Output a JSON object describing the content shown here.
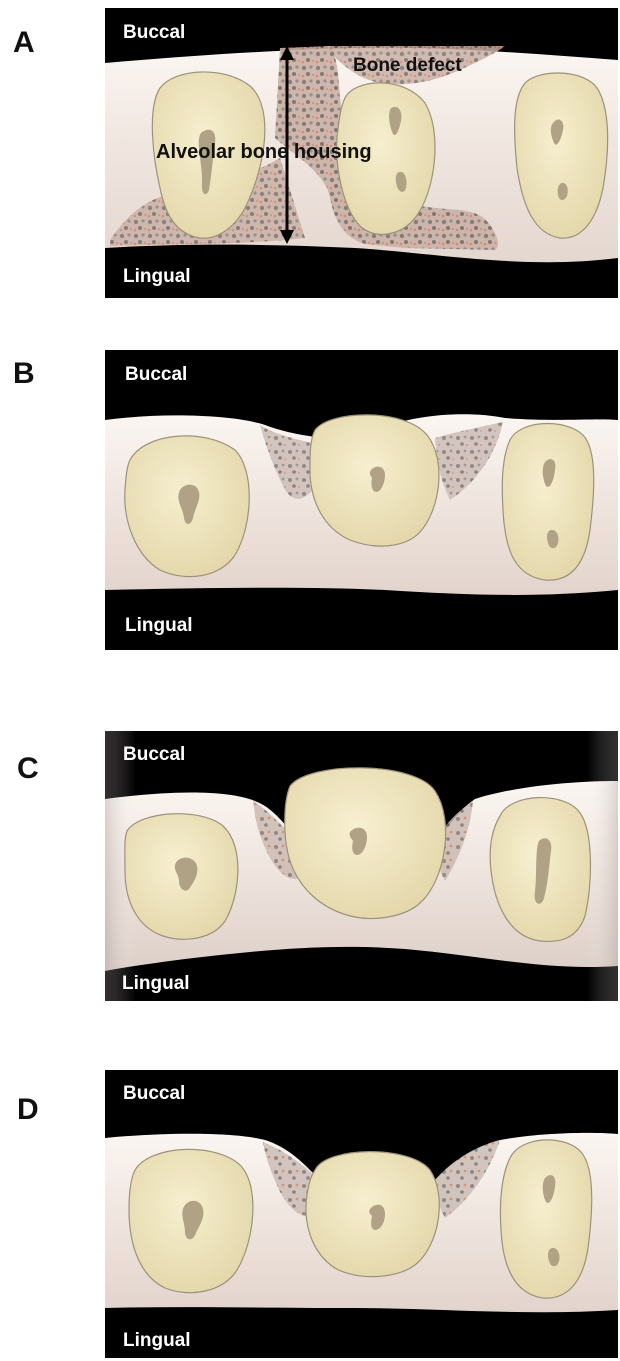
{
  "panels": [
    {
      "letter": "A",
      "buccal": "Buccal",
      "lingual": "Lingual",
      "annotations": {
        "defect": "Bone defect",
        "housing": "Alveolar bone housing"
      }
    },
    {
      "letter": "B",
      "buccal": "Buccal",
      "lingual": "Lingual"
    },
    {
      "letter": "C",
      "buccal": "Buccal",
      "lingual": "Lingual"
    },
    {
      "letter": "D",
      "buccal": "Buccal",
      "lingual": "Lingual"
    }
  ],
  "colors": {
    "background": "#000000",
    "bone": "#f3ebe6",
    "root": "#ebe0b8",
    "canal": "#b0a285",
    "defect": "#c9b5ae",
    "marrow": "#8a7a72",
    "label": "#ffffff"
  }
}
